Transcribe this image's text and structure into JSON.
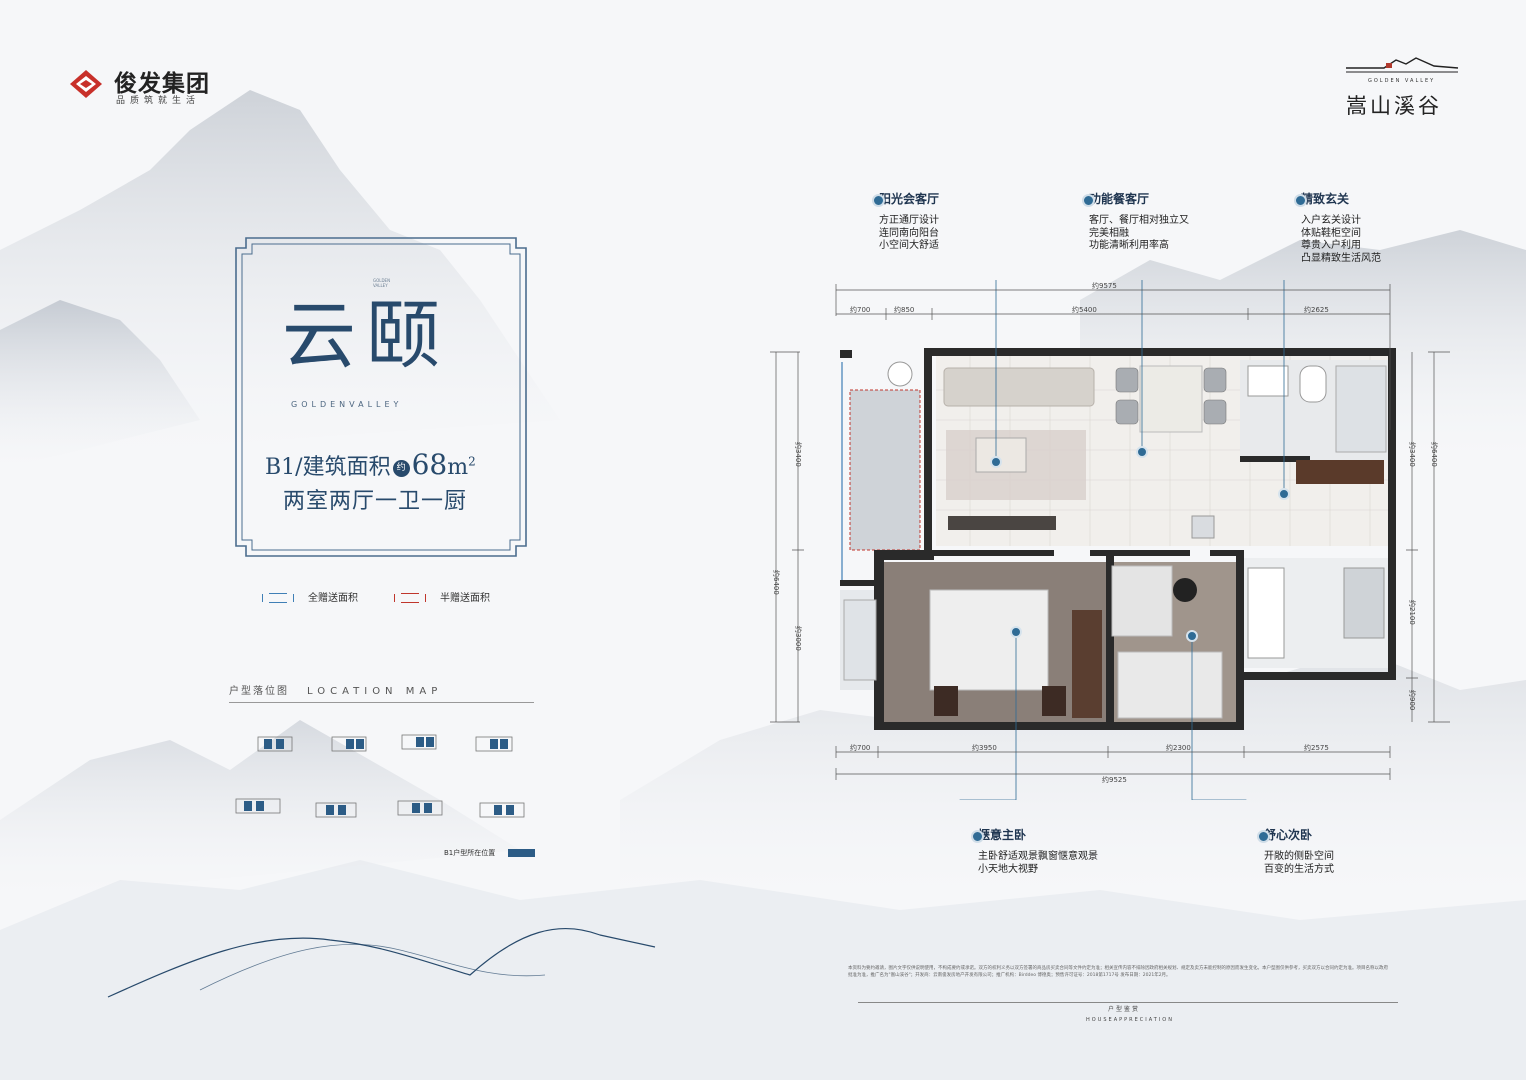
{
  "brand": {
    "name": "俊发集团",
    "slogan": "品质筑就生活"
  },
  "project": {
    "name_en": "GOLDEN VALLEY",
    "name_cn": "嵩山溪谷"
  },
  "title": {
    "name": "云颐",
    "seal_text": "GOLDEN VALLEY",
    "english": "GOLDENVALLEY"
  },
  "area": {
    "prefix": "B1/建筑面积",
    "approx": "约",
    "value": "68",
    "unit": "m",
    "power": "2"
  },
  "layout_text": "两室两厅一卫一厨",
  "legend": {
    "full_gift": "全赠送面积",
    "half_gift": "半赠送面积",
    "full_color": "#3f7fb6",
    "half_color": "#c0362c"
  },
  "location_map": {
    "title_cn": "户型落位图",
    "title_en": "LOCATION MAP",
    "key_label": "B1户型所在位置",
    "highlight_color": "#2c5c86"
  },
  "callouts": {
    "living": {
      "title": "阳光会客厅",
      "lines": [
        "方正通厅设计",
        "连同南向阳台",
        "小空间大舒适"
      ]
    },
    "dining": {
      "title": "功能餐客厅",
      "lines": [
        "客厅、餐厅相对独立又",
        "完美相融",
        "功能清晰利用率高"
      ]
    },
    "entry": {
      "title": "精致玄关",
      "lines": [
        "入户玄关设计",
        "体贴鞋柜空间",
        "尊贵入户利用",
        "凸显精致生活风范"
      ]
    },
    "master": {
      "title": "惬意主卧",
      "lines": [
        "主卧舒适观景飘窗惬意观景",
        "小天地大视野"
      ]
    },
    "second": {
      "title": "舒心次卧",
      "lines": [
        "开敞的侧卧空间",
        "百变的生活方式"
      ]
    }
  },
  "dimensions": {
    "top_total": "约9575",
    "top": [
      "约700",
      "约850",
      "约5400",
      "约2625"
    ],
    "bottom": [
      "约700",
      "约3950",
      "约2300",
      "约2575"
    ],
    "bottom_total": "约9525",
    "left_total": "约6400",
    "left": [
      "约3400",
      "约3000"
    ],
    "right_total": "约6400",
    "right": [
      "约3400",
      "约2100",
      "约900"
    ]
  },
  "disclaimer": "本资料为要约邀请，图片文字仅供说明使用，不构成要约或承诺。双方的权利义务以双方签署的商品房买卖合同等文件约定为准；相关宣传内容不排除因政府相关规划、规定及卖方未能控制的原因而发生变化。本户型图仅供参考，买卖双方以合同约定为准。项目名称以政府批准为准，推广名为\"嵩山溪谷\"；开发商：云南俊发房地产开发有限公司；推广机构：Birddeo 博德奥；预售许可证号：2018第1717号 发布日期：2021年2月。",
  "footer": {
    "cn": "户型鉴赏",
    "en": "HOUSEAPPRECIATION"
  }
}
